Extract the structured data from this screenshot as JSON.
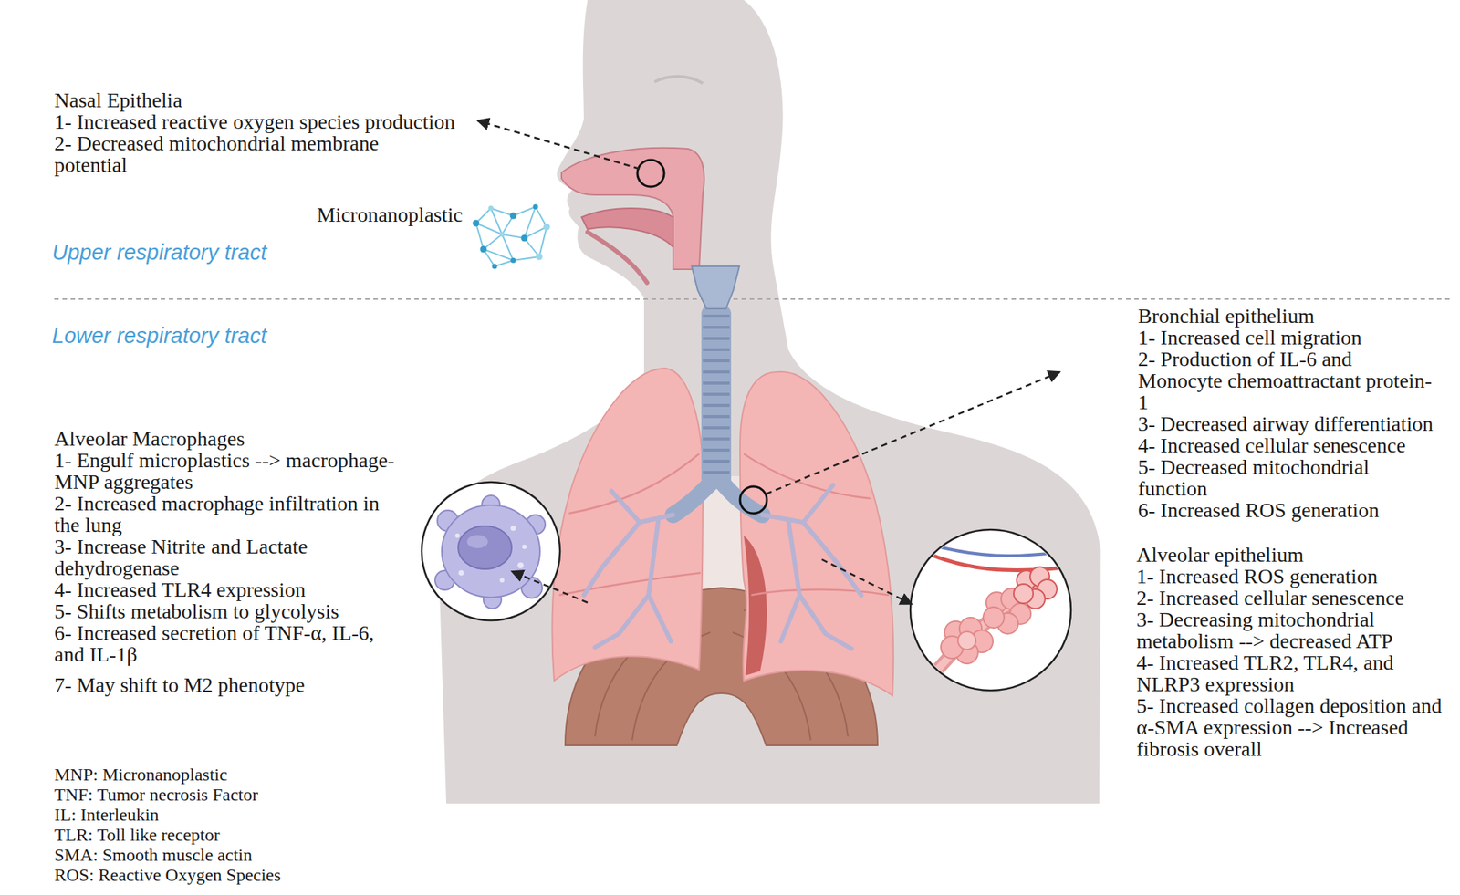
{
  "diagram": {
    "labels": [
      "Nasal Epithelia",
      "1- Increased reactive oxygen species production",
      "2- Decreased mitochondrial membrane potential",
      "Micronanoplastic",
      "Upper respiratory tract",
      "Lower respiratory tract",
      "Bronchial epithelium",
      "1- Increased cell migration",
      "2- Production of IL-6 and Monocyte chemoattractant protein-1",
      "3- Decreased airway differentiation",
      "4- Increased cellular senescence",
      "5- Decreased mitochondrial function",
      "6- Increased ROS generation",
      "Alveolar Macrophages",
      "1- Engulf microplastics --> macrophage-MNP aggregates",
      "2- Increased macrophage infiltration in the lung",
      "3- Increase Nitrite and Lactate dehydrogenase",
      "4- Increased TLR4 expression",
      "5- Shifts metabolism to glycolysis",
      "6- Increased secretion of TNF-α, IL-6, and IL-1β",
      "7- May shift to M2 phenotype",
      "Alveolar epithelium",
      "1- Increased ROS generation",
      "2- Increased cellular senescence",
      "3- Decreasing mitochondrial metabolism --> decreased ATP",
      "4- Increased TLR2, TLR4, and NLRP3 expression",
      "5- Increased collagen deposition and α-SMA expression --> Increased fibrosis overall",
      "MNP: Micronanoplastic",
      "TNF: Tumor necrosis Factor",
      "IL: Interleukin",
      "TLR: Toll like receptor",
      "SMA: Smooth muscle actin",
      "ROS: Reactive Oxygen Species"
    ]
  }
}
